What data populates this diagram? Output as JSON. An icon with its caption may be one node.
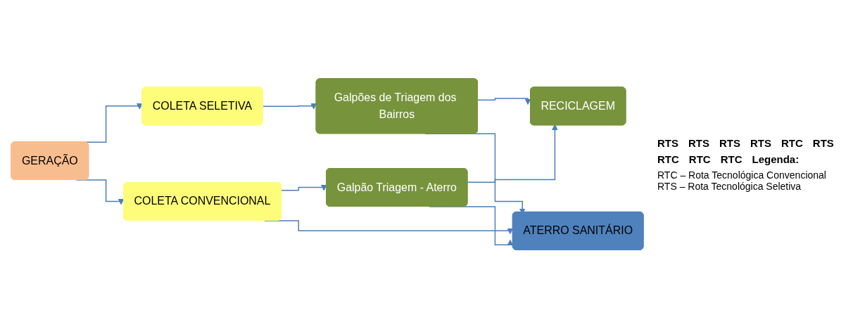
{
  "diagram": {
    "nodes": [
      {
        "text": [
          "GERAÇÃO"
        ]
      },
      {
        "text": [
          "COLETA SELETIVA"
        ]
      },
      {
        "text": [
          "Galpões de Triagem dos Bairros"
        ]
      },
      {
        "text": [
          "RECICLAGEM"
        ]
      },
      {
        "text": [
          "ATERRO SANITÁRIO"
        ]
      },
      {
        "text": [
          "COLETA CONVENCIONAL"
        ]
      },
      {
        "text": [
          "Galpão Triagem - Aterro"
        ]
      }
    ],
    "edges": [
      {
        "from": 0,
        "to": 1,
        "arrow": "to"
      },
      {
        "from": 0,
        "to": 5,
        "arrow": "to"
      },
      {
        "from": 1,
        "to": 2,
        "arrow": "to"
      },
      {
        "from": 2,
        "to": 3,
        "arrow": "to"
      },
      {
        "from": 2,
        "to": 4,
        "arrow": "to"
      },
      {
        "from": 5,
        "to": 4,
        "arrow": "to"
      },
      {
        "from": 5,
        "to": 6,
        "arrow": "to"
      },
      {
        "from": 6,
        "to": 3,
        "arrow": "to"
      },
      {
        "from": 6,
        "to": 4,
        "arrow": "to"
      }
    ],
    "labels": [
      "RTS",
      "RTS",
      "RTS",
      "RTS",
      "RTC",
      "RTS",
      "RTC",
      "RTC",
      "RTC",
      "Legenda:"
    ],
    "legend": [
      {
        "text": "RTC – Rota Tecnológica Convencional"
      },
      {
        "text": "RTS – Rota Tecnológica Seletiva"
      }
    ]
  }
}
